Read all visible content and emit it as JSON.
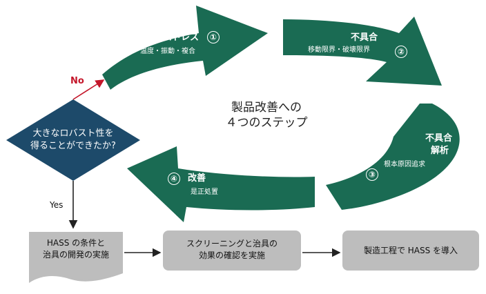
{
  "colors": {
    "green": "#1a6b53",
    "navy": "#1d4a6a",
    "gray": "#bdbdbd",
    "red": "#c4162a",
    "text": "#111111"
  },
  "steps": [
    {
      "number": "①",
      "title": "ストレス",
      "subtitle": "温度・振動・複合"
    },
    {
      "number": "②",
      "title": "不具合",
      "subtitle": "移動限界・破壊限界"
    },
    {
      "number": "③",
      "title_line1": "不具合",
      "title_line2": "解析",
      "subtitle": "根本原因追求"
    },
    {
      "number": "④",
      "title": "改善",
      "subtitle": "是正処置"
    }
  ],
  "center_title": {
    "line1": "製品改善への",
    "line2": "４つのステップ"
  },
  "decision": {
    "line1": "大きなロバスト性を",
    "line2": "得ることができたか?"
  },
  "no_label": "No",
  "yes_label": "Yes",
  "process": [
    {
      "line1": "HASS の条件と",
      "line2": "治具の開発の実施"
    },
    {
      "line1": "スクリーニングと治具の",
      "line2": "効果の確認を実施"
    },
    {
      "line1": "製造工程で HASS を導入"
    }
  ]
}
